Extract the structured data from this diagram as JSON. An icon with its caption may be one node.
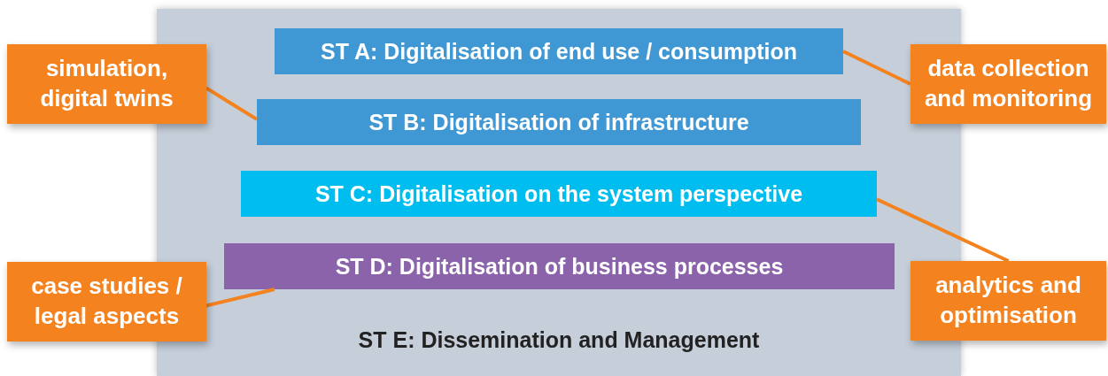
{
  "diagram": {
    "nodes": [
      {
        "text": [
          "ST E: Dissemination and Management"
        ]
      },
      {
        "text": [
          "ST A: Digitalisation of end use / consumption"
        ],
        "in": 0
      },
      {
        "text": [
          "simulation, digital twins"
        ]
      },
      {
        "text": [
          "data collection and monitoring"
        ]
      },
      {
        "text": [
          "ST B: Digitalisation of infrastructure"
        ],
        "in": 0
      },
      {
        "text": [
          "ST C: Digitalisation on the system perspective"
        ],
        "in": 0
      },
      {
        "text": [
          "ST D: Digitalisation of business processes"
        ],
        "in": 0
      },
      {
        "text": [
          "case studies / legal aspects"
        ]
      },
      {
        "text": [
          "analytics and optimisation"
        ]
      }
    ],
    "edges": [
      {
        "from": 1,
        "to": 3,
        "arrow": "none"
      },
      {
        "from": 2,
        "to": 4,
        "arrow": "none"
      },
      {
        "from": 5,
        "to": 8,
        "arrow": "none"
      },
      {
        "from": 6,
        "to": 7,
        "arrow": "none"
      }
    ]
  }
}
